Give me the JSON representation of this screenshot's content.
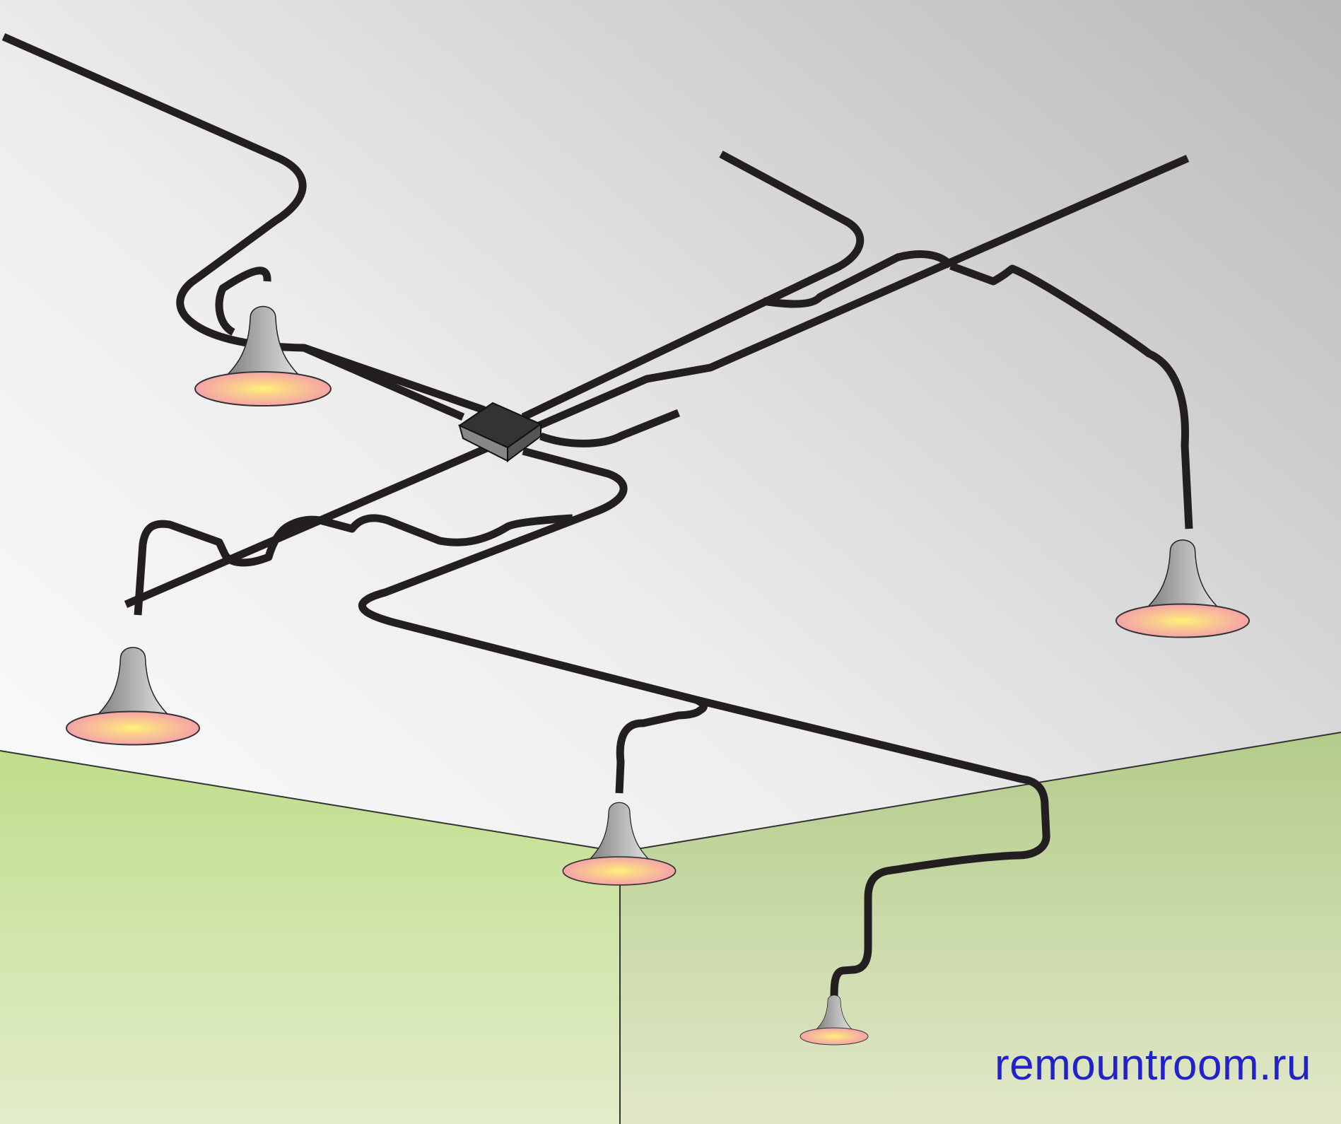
{
  "diagram": {
    "lamps": [
      {
        "name": "lamp-ceiling-left"
      },
      {
        "name": "lamp-left"
      },
      {
        "name": "lamp-center"
      },
      {
        "name": "lamp-right"
      },
      {
        "name": "lamp-wall"
      }
    ],
    "junction_box": {
      "name": "junction-box"
    }
  },
  "site": {
    "watermark": "remountroom.ru"
  },
  "colors": {
    "wire": "#231f20",
    "ceiling_light": "#ffffff",
    "ceiling_dark": "#bdbdbd",
    "wall_green": "#c4df92",
    "wall_green_right": "#bccf95",
    "lamp_rim": "#f4a3a7",
    "lamp_glow": "#fff176",
    "watermark": "#2222cc"
  }
}
